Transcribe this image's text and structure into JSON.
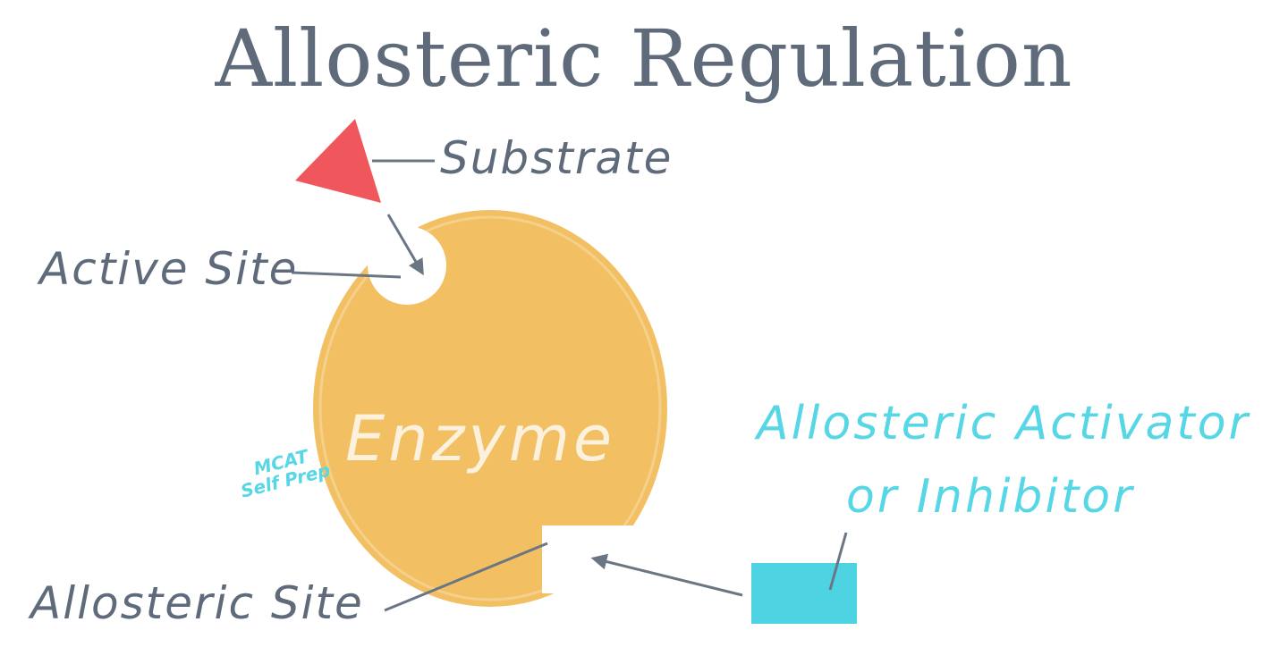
{
  "title": "Allosteric Regulation",
  "labels": {
    "substrate": "Substrate",
    "active_site": "Active Site",
    "enzyme": "Enzyme",
    "allosteric_effector_line1": "Allosteric Activator",
    "allosteric_effector_line2": "or Inhibitor",
    "allosteric_site": "Allosteric Site"
  },
  "watermark": {
    "line1": "MCAT",
    "line2": "Self Prep"
  },
  "colors": {
    "text": "#5f6b7a",
    "arrow": "#6b7685",
    "enzyme": "#f2c063",
    "enzyme_text": "#fbf1dc",
    "substrate": "#f0575c",
    "effector": "#4ed3e3",
    "effector_text": "#57d6e6",
    "background": "#ffffff"
  }
}
